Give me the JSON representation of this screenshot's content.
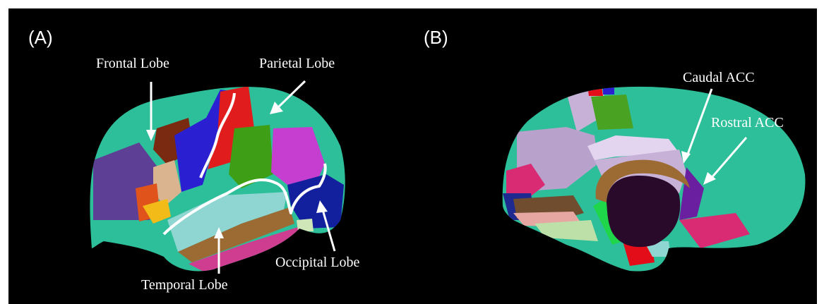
{
  "panels": [
    {
      "label": "(A)"
    },
    {
      "label": "(B)"
    }
  ],
  "lateral_labels": {
    "frontal": "Frontal Lobe",
    "parietal": "Parietal Lobe",
    "temporal": "Temporal Lobe",
    "occipital": "Occipital Lobe"
  },
  "medial_labels": {
    "caudal_acc": "Caudal ACC",
    "rostral_acc": "Rostral ACC"
  },
  "colors": {
    "background": "#000000",
    "border": "#ffffff",
    "annotation": "#ffffff"
  }
}
